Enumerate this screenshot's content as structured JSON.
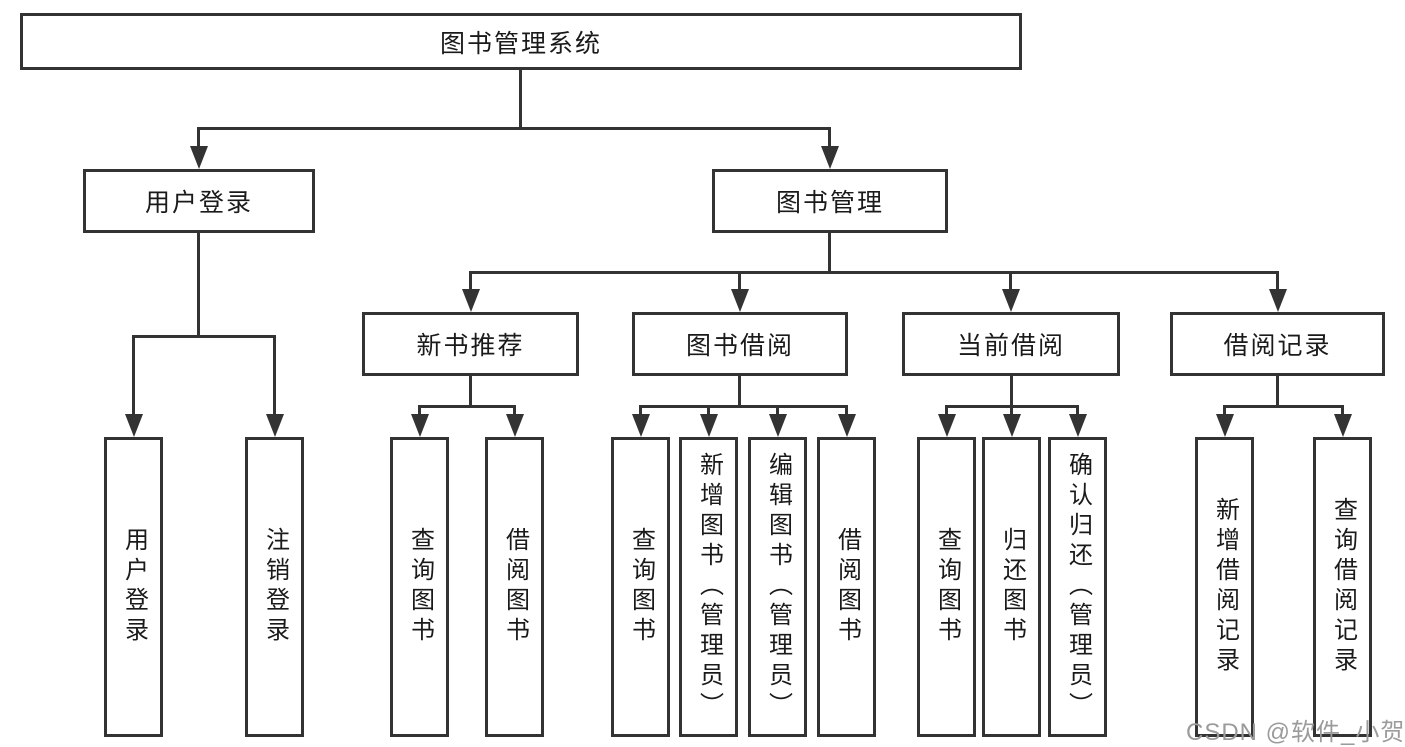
{
  "diagram": {
    "root_label": "图书管理系统",
    "branches": [
      {
        "label": "用户登录",
        "children": [
          "用户登录",
          "注销登录"
        ]
      },
      {
        "label": "图书管理",
        "groups": [
          {
            "label": "新书推荐",
            "children": [
              "查询图书",
              "借阅图书"
            ]
          },
          {
            "label": "图书借阅",
            "children": [
              "查询图书",
              "新增图书（管理员）",
              "编辑图书（管理员）",
              "借阅图书"
            ]
          },
          {
            "label": "当前借阅",
            "children": [
              "查询图书",
              "归还图书",
              "确认归还（管理员）"
            ]
          },
          {
            "label": "借阅记录",
            "children": [
              "新增借阅记录",
              "查询借阅记录"
            ]
          }
        ]
      }
    ],
    "watermark": "CSDN @软件_小贺同学",
    "colors": {
      "line": "#333333",
      "text": "#1a1a1a",
      "watermark": "#9b9b9b",
      "background": "#ffffff"
    }
  }
}
